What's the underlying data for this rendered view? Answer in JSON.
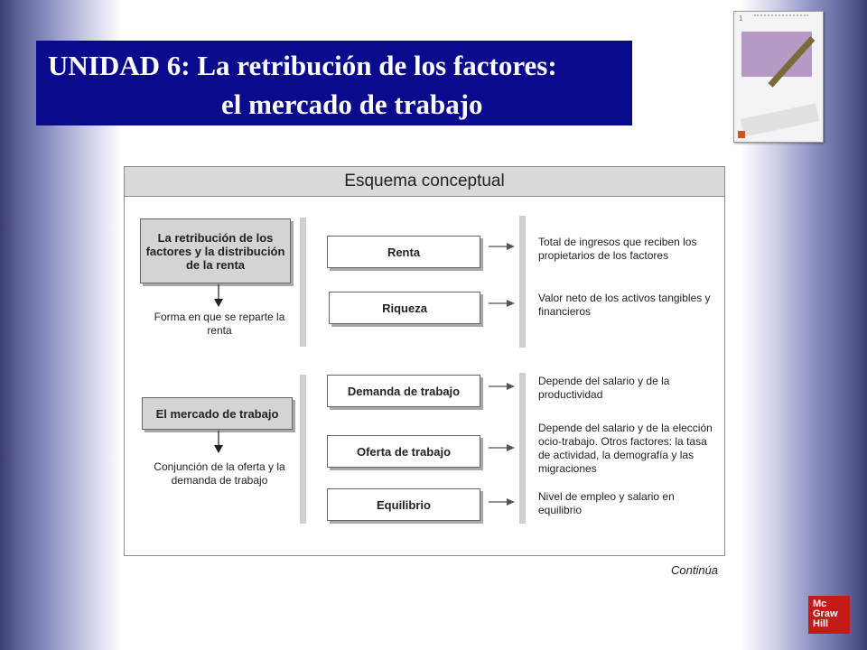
{
  "slide": {
    "title_line1": "UNIDAD 6: La retribución de los factores:",
    "title_line2": "el mercado de trabajo",
    "continua": "Continúa",
    "logo_lines": [
      "Mc",
      "Graw",
      "Hill"
    ]
  },
  "book_cover": {
    "number": "1"
  },
  "diagram": {
    "header": "Esquema conceptual",
    "section1": {
      "main_box": "La retribución de los factores y la distribución de la renta",
      "main_note": "Forma en que se reparte la renta",
      "items": [
        {
          "label": "Renta",
          "desc": "Total de ingresos que reciben los propietarios de los factores"
        },
        {
          "label": "Riqueza",
          "desc": "Valor neto de los activos tangibles y financieros"
        }
      ]
    },
    "section2": {
      "main_box": "El mercado de trabajo",
      "main_note": "Conjunción de la oferta y la demanda de trabajo",
      "items": [
        {
          "label": "Demanda de trabajo",
          "desc": "Depende del salario y de la productividad"
        },
        {
          "label": "Oferta de trabajo",
          "desc": "Depende del salario y de la elección ocio-trabajo. Otros factores: la tasa de actividad, la demografía y las migraciones"
        },
        {
          "label": "Equilibrio",
          "desc": "Nivel de empleo y salario en equilibrio"
        }
      ]
    }
  }
}
